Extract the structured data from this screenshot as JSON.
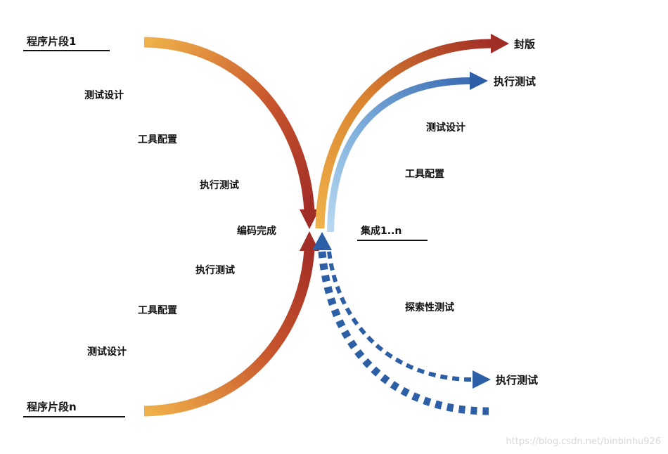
{
  "left_top": {
    "source": "程序片段1",
    "steps": [
      "测试设计",
      "工具配置",
      "执行测试"
    ]
  },
  "center": {
    "merge_label": "编码完成",
    "integration_label": "集成1..n"
  },
  "left_bottom": {
    "source": "程序片段n",
    "steps": [
      "执行测试",
      "工具配置",
      "测试设计"
    ]
  },
  "right_top": {
    "release_label": "封版",
    "exec_label": "执行测试",
    "steps": [
      "测试设计",
      "工具配置"
    ]
  },
  "right_bottom": {
    "exploratory_label": "探索性测试",
    "exec_label": "执行测试"
  },
  "watermark": "https://blog.csdn.net/binbinhu926",
  "colors": {
    "orange": "#e8a73b",
    "dark_red": "#a9322a",
    "blue": "#2d5fa6",
    "light_blue": "#a9cdec"
  }
}
